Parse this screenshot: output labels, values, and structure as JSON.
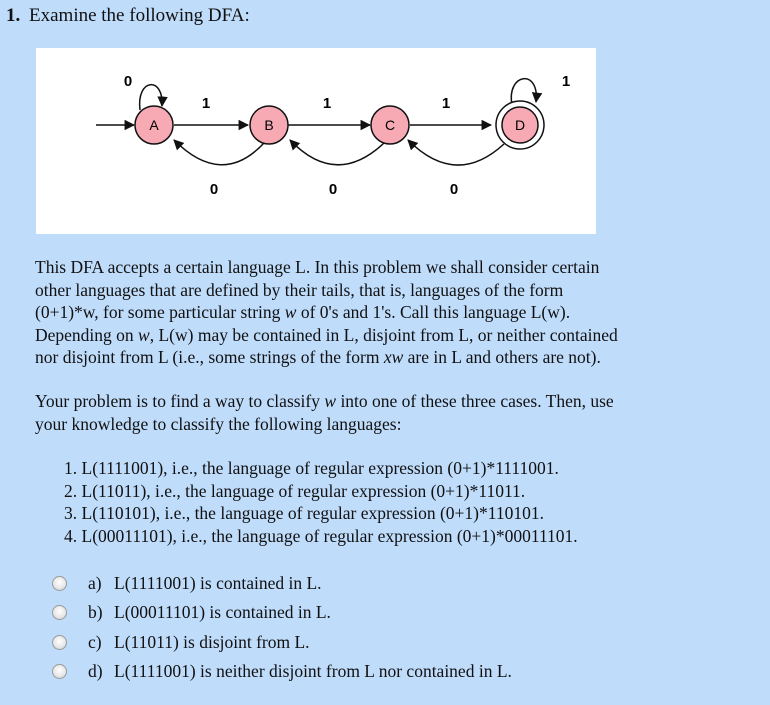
{
  "question": {
    "number": "1.",
    "title": "Examine the following DFA:"
  },
  "dfa": {
    "states": [
      "A",
      "B",
      "C",
      "D"
    ],
    "accepting_state": "D",
    "transitions": [
      {
        "from": "A",
        "to": "A",
        "label": "0"
      },
      {
        "from": "A",
        "to": "B",
        "label": "1"
      },
      {
        "from": "B",
        "to": "C",
        "label": "1"
      },
      {
        "from": "C",
        "to": "D",
        "label": "1"
      },
      {
        "from": "D",
        "to": "D",
        "label": "1"
      },
      {
        "from": "B",
        "to": "A",
        "label": "0"
      },
      {
        "from": "C",
        "to": "B",
        "label": "0"
      },
      {
        "from": "D",
        "to": "C",
        "label": "0"
      }
    ],
    "colors": {
      "state_fill": "#f7aab4",
      "state_stroke": "#111111"
    }
  },
  "paragraph1": {
    "line1": "This DFA accepts a certain language L. In this problem we shall consider certain",
    "line2": "other languages that are defined by their tails, that is, languages of the form",
    "line3_pre": "(0+1)*w, for some particular string ",
    "line3_var": "w",
    "line3_post": " of 0's and 1's. Call this language L(w).",
    "line4_pre": "Depending on ",
    "line4_var": "w",
    "line4_post": ", L(w) may be contained in L, disjoint from L, or neither contained",
    "line5_pre": "nor disjoint from L (i.e., some strings of the form ",
    "line5_var": "xw",
    "line5_post": " are in L and others are not)."
  },
  "paragraph2": {
    "line1_pre": "Your problem is to find a way to classify ",
    "line1_var": "w",
    "line1_post": " into one of these three cases. Then, use",
    "line2": "your knowledge to classify the following languages:"
  },
  "languages": [
    "1. L(1111001), i.e., the language of regular expression (0+1)*1111001.",
    "2. L(11011), i.e., the language of regular expression (0+1)*11011.",
    "3. L(110101), i.e., the language of regular expression (0+1)*110101.",
    "4. L(00011101), i.e., the language of regular expression (0+1)*00011101."
  ],
  "options": [
    {
      "letter": "a)",
      "text": "L(1111001) is contained in L."
    },
    {
      "letter": "b)",
      "text": "L(00011101) is contained in L."
    },
    {
      "letter": "c)",
      "text": "L(11011) is disjoint from L."
    },
    {
      "letter": "d)",
      "text": "L(1111001) is neither disjoint from L nor contained in L."
    }
  ]
}
